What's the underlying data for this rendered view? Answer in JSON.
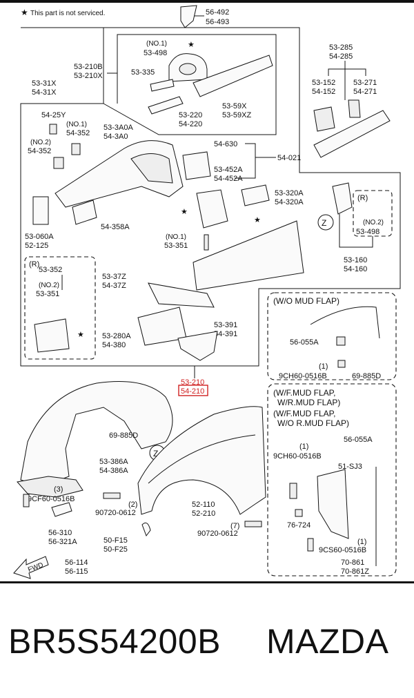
{
  "legend": {
    "star": "★",
    "note": "This part is not serviced."
  },
  "labels": {
    "top_56492": "56-492",
    "top_56493": "56-493",
    "l_53285": "53-285",
    "l_54285": "54-285",
    "l_53152": "53-152",
    "l_54152": "54-152",
    "l_53271": "53-271",
    "l_54271": "54-271",
    "no1_a": "(NO.1)",
    "l_53498a": "53-498",
    "l_53210B": "53-210B",
    "l_53210X": "53-210X",
    "l_53335": "53-335",
    "l_5331X": "53-31X",
    "l_5431X": "54-31X",
    "l_5359X": "53-59X",
    "l_5359XZ": "53-59XZ",
    "l_53220": "53-220",
    "l_54220": "54-220",
    "l_5425Y": "54-25Y",
    "no1_b": "(NO.1)",
    "l_54352a": "54-352",
    "no2_a": "(NO.2)",
    "l_54352b": "54-352",
    "l_533A0A": "53-3A0A",
    "l_543A0": "54-3A0",
    "l_54630": "54-630",
    "l_54021": "54-021",
    "l_53452A": "53-452A",
    "l_54452A": "54-452A",
    "l_53320A": "53-320A",
    "l_54320A": "54-320A",
    "l_53060A": "53-060A",
    "l_52125": "52-125",
    "l_54358A": "54-358A",
    "no1_c": "(NO.1)",
    "l_53351a": "53-351",
    "r_a": "(R)",
    "no2_b": "(NO.2)",
    "l_53498b": "53-498",
    "z_a": "Z",
    "l_53160": "53-160",
    "l_54160": "54-160",
    "r_b": "(R)",
    "l_53352": "53-352",
    "no2_c": "(NO.2)",
    "l_53351b": "53-351",
    "l_5337Z": "53-37Z",
    "l_5437Z": "54-37Z",
    "l_53280A": "53-280A",
    "l_54380": "54-380",
    "l_53391": "53-391",
    "l_54391": "54-391",
    "l_53210": "53-210",
    "l_54210": "54-210",
    "wo_mud": "(W/O MUD FLAP)",
    "l_56055A_a": "56-055A",
    "one_a": "(1)",
    "l_9CH60a": "9CH60-0516B",
    "l_69885Da": "69-885D",
    "wf_a1": "(W/F.MUD FLAP,",
    "wf_a2": "W/R.MUD FLAP)",
    "wf_b1": "(W/F.MUD FLAP,",
    "wf_b2": "W/O R.MUD FLAP)",
    "l_56055A_b": "56-055A",
    "one_b": "(1)",
    "l_9CH60b": "9CH60-0516B",
    "l_51SJ3": "51-SJ3",
    "l_76724": "76-724",
    "one_c": "(1)",
    "l_9CS60": "9CS60-0516B",
    "l_70861": "70-861",
    "l_70861Z": "70-861Z",
    "l_69885Db": "69-885D",
    "z_b": "Z",
    "l_53386A": "53-386A",
    "l_54386A": "54-386A",
    "three": "(3)",
    "l_9CF60": "9CF60-0516B",
    "two": "(2)",
    "l_90720a": "90720-0612",
    "l_52110": "52-110",
    "l_52210": "52-210",
    "seven": "(7)",
    "l_90720b": "90720-0612",
    "l_56310": "56-310",
    "l_56321A": "56-321A",
    "l_50F15": "50-F15",
    "l_50F25": "50-F25",
    "l_56114": "56-114",
    "l_56115": "56-115",
    "fwd": "FWD"
  },
  "footer": {
    "part_number": "BR5S54200B",
    "brand": "MAZDA"
  }
}
